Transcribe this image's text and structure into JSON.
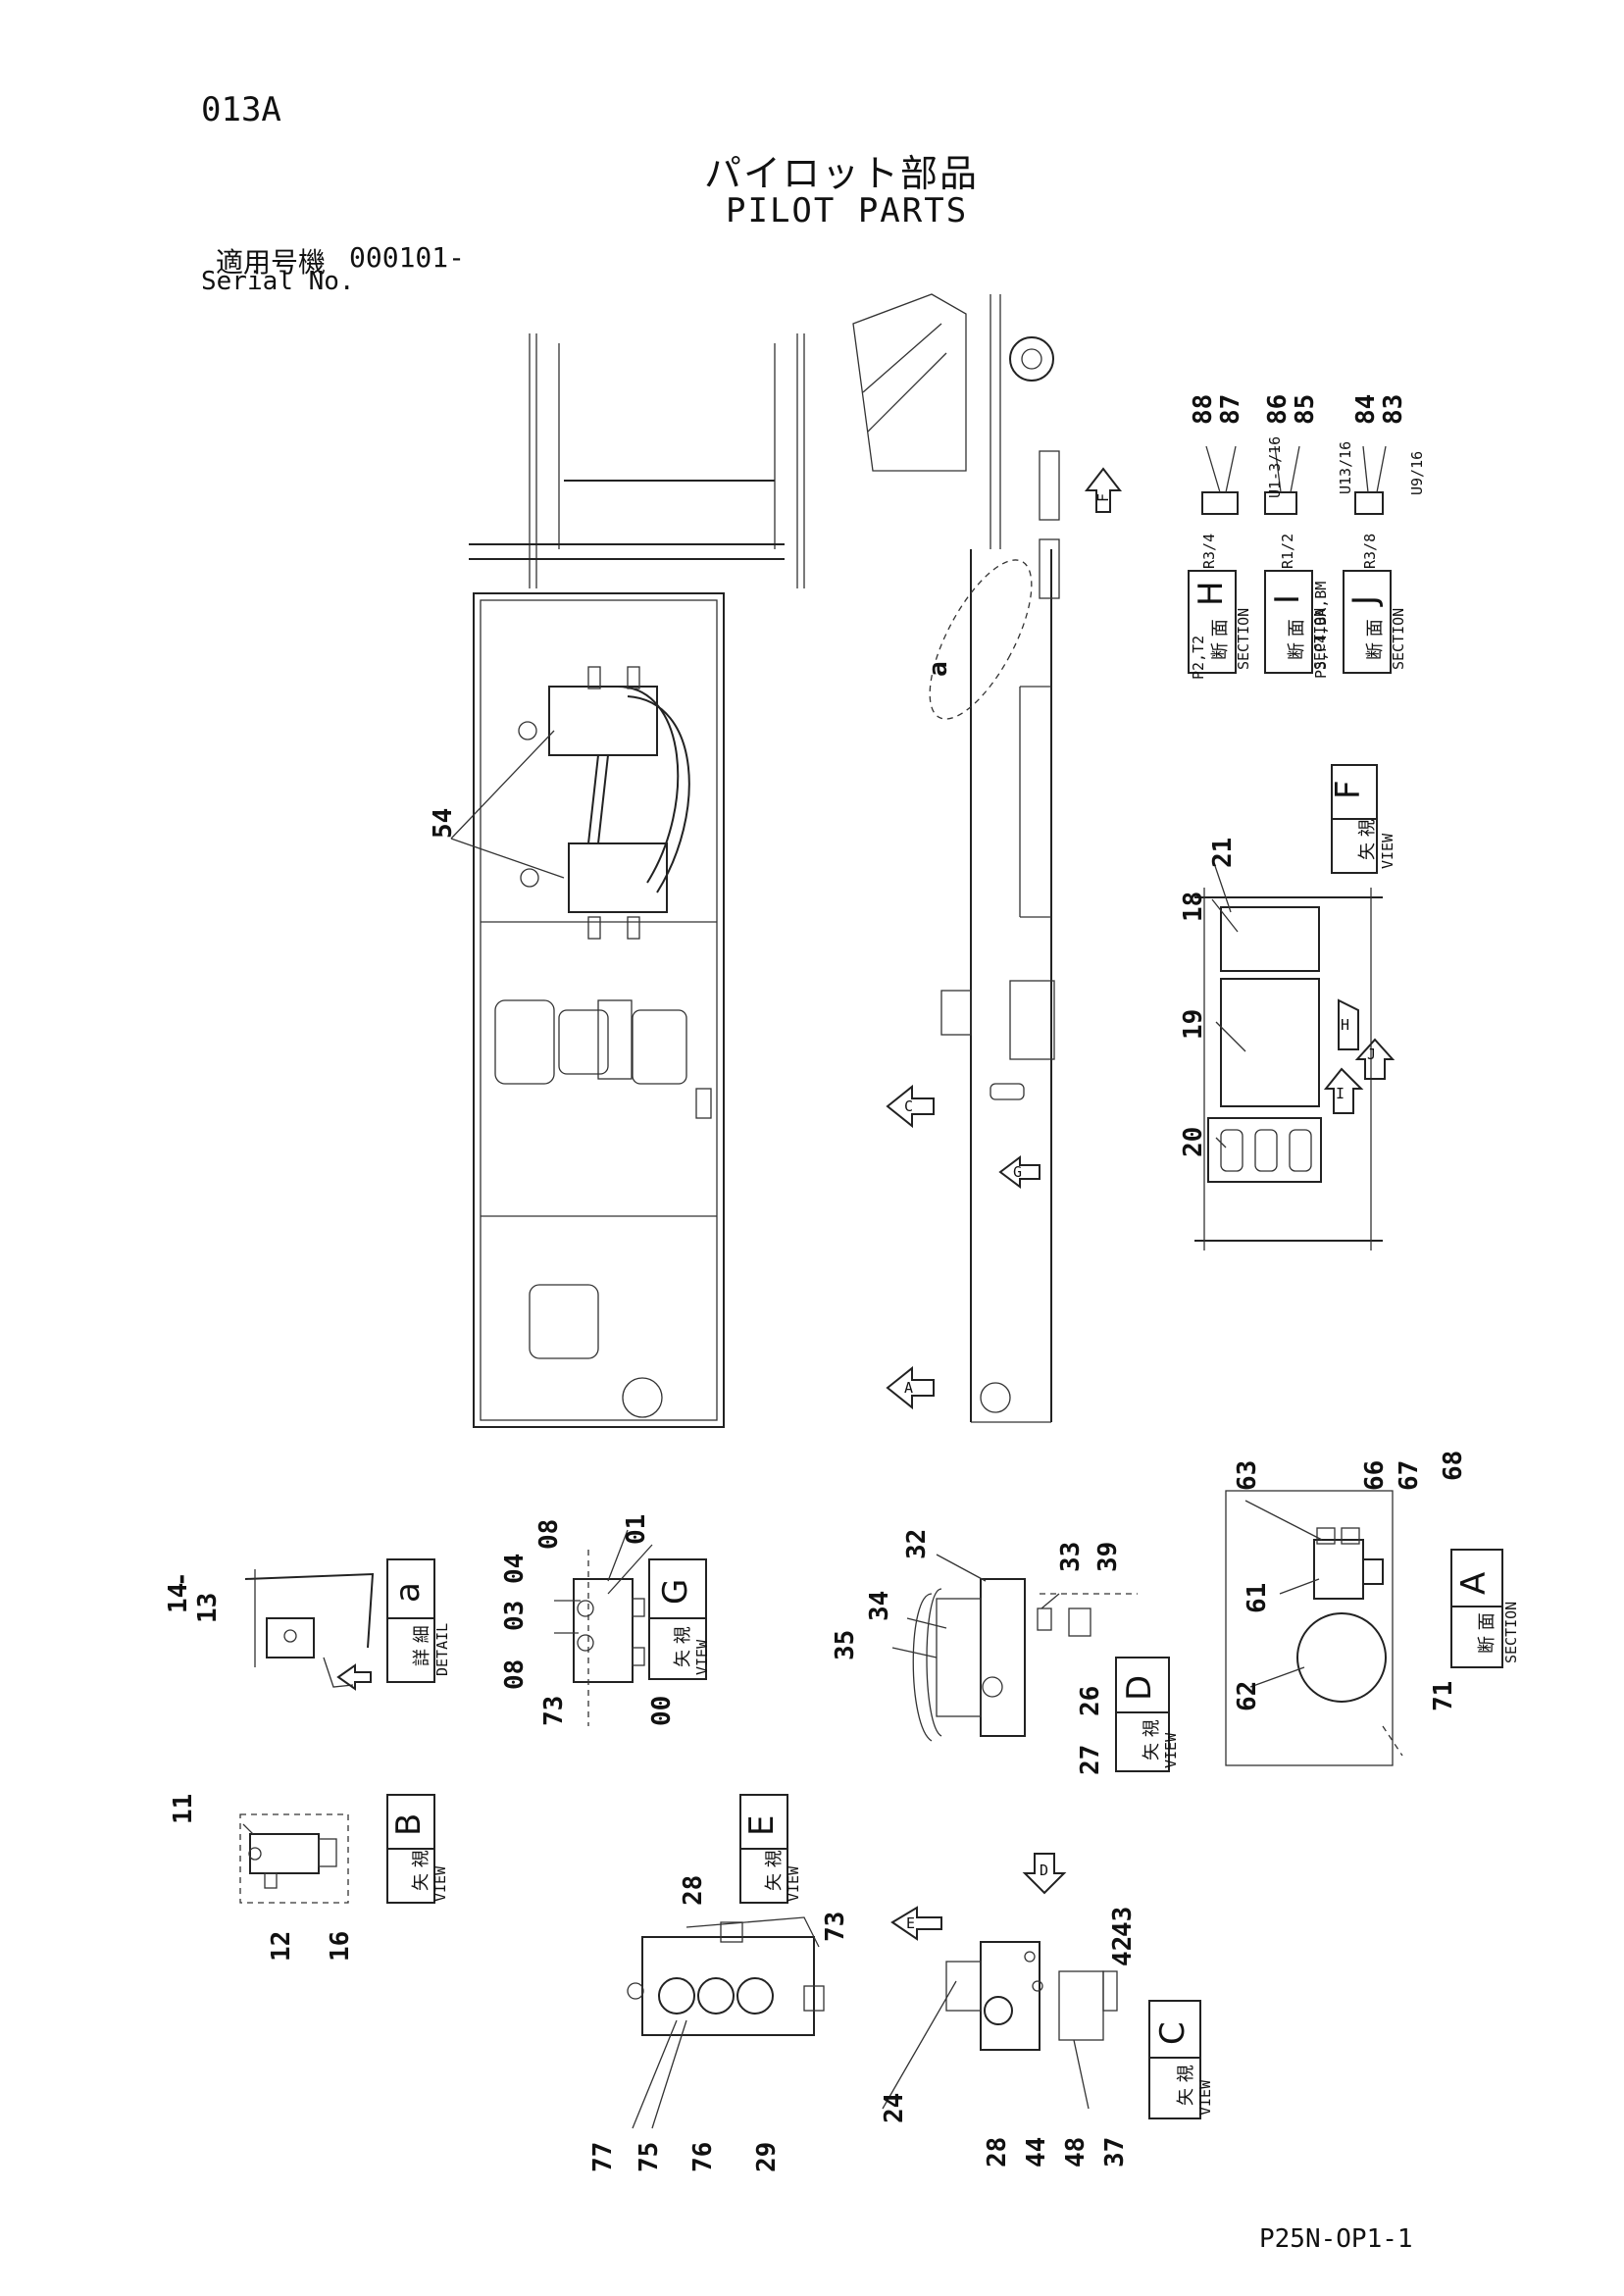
{
  "header": {
    "page_code": "013A",
    "title_jp": "パイロット部品",
    "title_en": "PILOT PARTS",
    "serial_label_jp": "適用号機",
    "serial_value": "000101-",
    "serial_label_en": "Serial No."
  },
  "footer": {
    "drawing_code": "P25N-OP1-1"
  },
  "views": {
    "view_F": {
      "letter": "F",
      "jp": "矢 視",
      "en": "VIEW"
    },
    "view_G": {
      "letter": "G",
      "jp": "矢 視",
      "en": "VIEW"
    },
    "view_D": {
      "letter": "D",
      "jp": "矢 視",
      "en": "VIEW"
    },
    "view_B": {
      "letter": "B",
      "jp": "矢 視",
      "en": "VIEW"
    },
    "view_E": {
      "letter": "E",
      "jp": "矢 視",
      "en": "VIEW"
    },
    "view_C": {
      "letter": "C",
      "jp": "矢 視",
      "en": "VIEW"
    },
    "detail_a": {
      "letter": "a",
      "jp": "詳 細",
      "en": "DETAIL"
    },
    "section_A": {
      "letter": "A",
      "jp": "断 面",
      "en": "SECTION"
    },
    "section_H": {
      "letter": "H",
      "jp": "断 面",
      "en": "SECTION",
      "ports": "P2,T2"
    },
    "section_I": {
      "letter": "I",
      "jp": "断 面",
      "en": "SECTION",
      "ports": "P3,P4,BA,BM"
    },
    "section_J": {
      "letter": "J",
      "jp": "断 面",
      "en": "SECTION"
    }
  },
  "fittings": {
    "H": {
      "thread_r": "R3/4",
      "thread_u": "U1-3/16",
      "parts": [
        "88",
        "87"
      ]
    },
    "I": {
      "thread_r": "R1/2",
      "thread_u": "U13/16",
      "parts": [
        "86",
        "85"
      ]
    },
    "J": {
      "thread_r": "R3/8",
      "thread_u": "U9/16",
      "parts": [
        "84",
        "83"
      ]
    }
  },
  "main_view": {
    "parts": [
      "54"
    ],
    "arrows": [
      "F",
      "C",
      "G",
      "A"
    ],
    "detail_mark": "a"
  },
  "callouts": {
    "view_F": [
      "18",
      "21",
      "19",
      "20"
    ],
    "view_G": [
      "08",
      "04",
      "03",
      "01",
      "08",
      "73",
      "00"
    ],
    "view_D": [
      "32",
      "33",
      "39",
      "34",
      "35",
      "26",
      "27"
    ],
    "detail_a": [
      "14",
      "-",
      "13"
    ],
    "view_B": [
      "11",
      "12",
      "16"
    ],
    "view_E": [
      "28",
      "73",
      "77",
      "75",
      "76",
      "29"
    ],
    "view_C": [
      "24",
      "28",
      "44",
      "48",
      "37",
      "43",
      "42"
    ],
    "section_A": [
      "63",
      "66",
      "67",
      "68",
      "61",
      "71",
      "62"
    ]
  }
}
